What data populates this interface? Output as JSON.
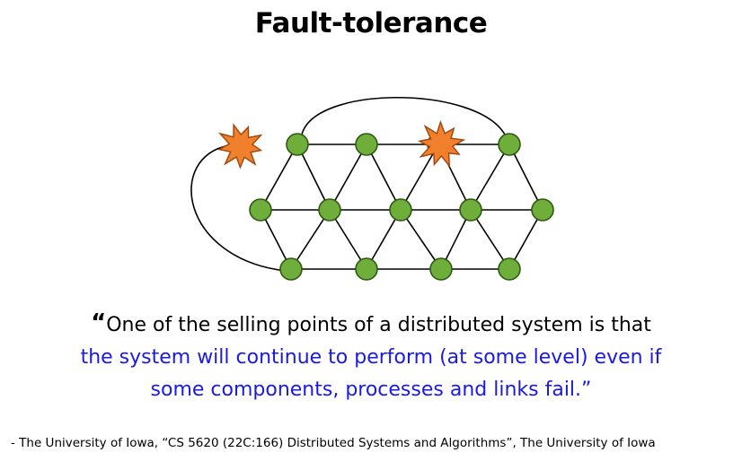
{
  "slide": {
    "title": "Fault-tolerance"
  },
  "colors": {
    "node_fill": "#6fae3a",
    "node_stroke": "#2f5a14",
    "failure_fill": "#f0802c",
    "failure_stroke": "#a0450c",
    "highlight_text": "#1a1ae6"
  },
  "quote": {
    "open_mark": "“",
    "line1": "One of the selling points of a distributed system is that",
    "line2": "the system will continue to perform (at some level) even if",
    "line3": "some components, processes and links fail.”"
  },
  "citation": "- The University of Iowa, “CS 5620 (22C:166) Distributed Systems and Algorithms”, The University of Iowa"
}
